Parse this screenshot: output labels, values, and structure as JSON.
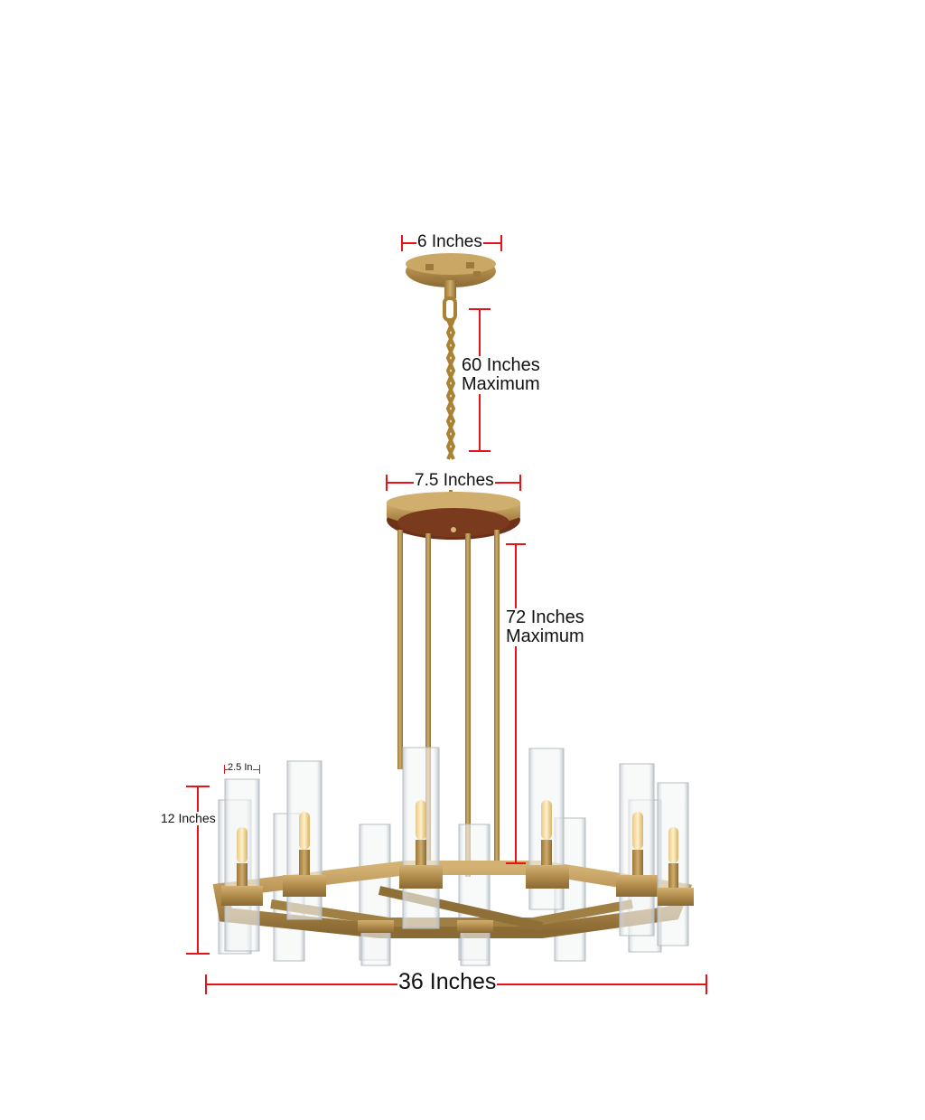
{
  "diagram": {
    "subject": "12-light round chandelier with clear glass cylinder shades",
    "colors": {
      "dimension_line": "#e8121b",
      "brass": "#b08a4a",
      "brass_dark": "#8a6a34",
      "brass_light": "#cfae6e",
      "canopy_wood": "#7a3a1e",
      "glass": "#dfe5e8",
      "text": "#111111"
    },
    "dimensions": {
      "canopy_width": {
        "label": "6 Inches"
      },
      "chain_length": {
        "line1": "60 Inches",
        "line2": "Maximum"
      },
      "plate_width": {
        "label": "7.5 Inches"
      },
      "rod_length": {
        "line1": "72 Inches",
        "line2": "Maximum"
      },
      "shade_width": {
        "label": "2.5 In"
      },
      "fixture_height": {
        "label": "12 Inches"
      },
      "fixture_width": {
        "label": "36 Inches"
      }
    }
  }
}
